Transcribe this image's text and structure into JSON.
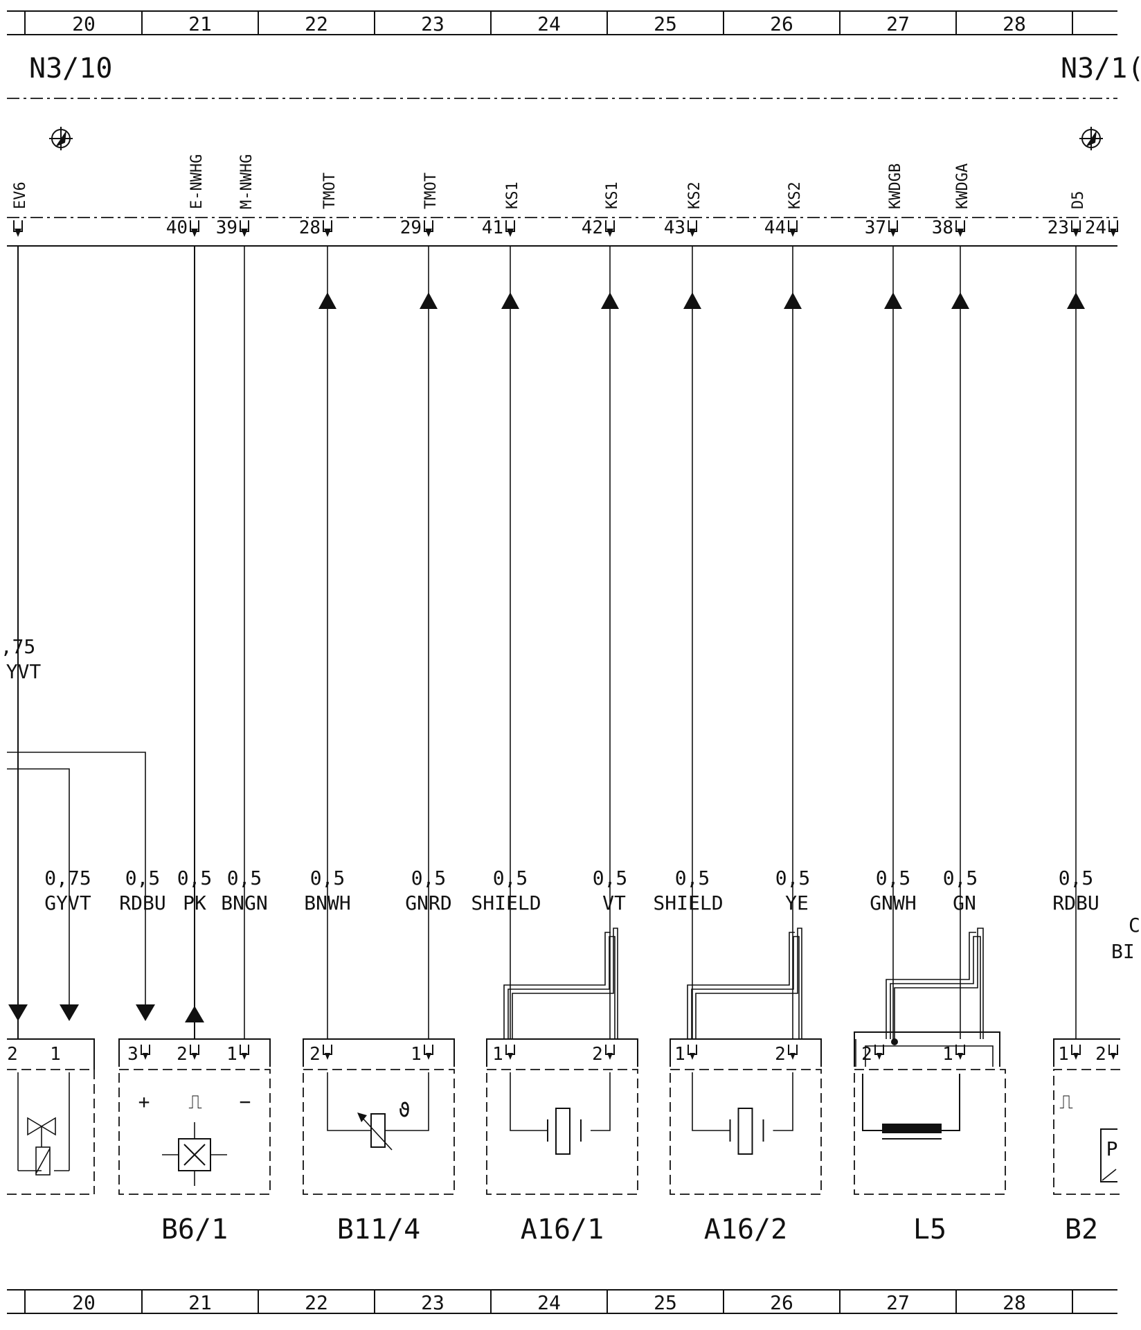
{
  "ruler": {
    "columns": [
      "20",
      "21",
      "22",
      "23",
      "24",
      "25",
      "26",
      "27",
      "28"
    ]
  },
  "controller": {
    "left_label": "N3/10",
    "right_label": "N3/1("
  },
  "pins": [
    {
      "signal": "EV6",
      "pin": "",
      "wire": ",75",
      "color": "YVT",
      "dir": "down"
    },
    {
      "signal": "E-NWHG",
      "pin": "40",
      "wire": "0,5",
      "color": "PK",
      "dir": "up"
    },
    {
      "signal": "M-NWHG",
      "pin": "39",
      "wire": "0,5",
      "color": "BNGN",
      "dir": "none"
    },
    {
      "signal": "TMOT",
      "pin": "28",
      "wire": "0,5",
      "color": "BNWH",
      "dir": "up"
    },
    {
      "signal": "TMOT",
      "pin": "29",
      "wire": "0,5",
      "color": "GNRD",
      "dir": "up"
    },
    {
      "signal": "KS1",
      "pin": "41",
      "wire": "0,5",
      "color": "SHIELD",
      "dir": "up"
    },
    {
      "signal": "KS1",
      "pin": "42",
      "wire": "0,5",
      "color": "VT",
      "dir": "up"
    },
    {
      "signal": "KS2",
      "pin": "43",
      "wire": "0,5",
      "color": "SHIELD",
      "dir": "up"
    },
    {
      "signal": "KS2",
      "pin": "44",
      "wire": "0,5",
      "color": "YE",
      "dir": "up"
    },
    {
      "signal": "KWDGB",
      "pin": "37",
      "wire": "0,5",
      "color": "GNWH",
      "dir": "up"
    },
    {
      "signal": "KWDGA",
      "pin": "38",
      "wire": "0,5",
      "color": "GN",
      "dir": "up"
    },
    {
      "signal": "D5",
      "pin": "23",
      "wire": "0,5",
      "color": "RDBU",
      "dir": "up"
    },
    {
      "signal": "",
      "pin": "24",
      "wire": "",
      "color": "",
      "dir": "none"
    }
  ],
  "branch_wires": [
    {
      "wire": "0,75",
      "color": "GYVT"
    },
    {
      "wire": "0,5",
      "color": "RDBU"
    }
  ],
  "edge_fragments": [
    "C",
    "BI"
  ],
  "components": [
    {
      "label": "B6/1",
      "pins": [
        "3",
        "2",
        "1"
      ],
      "symbols": [
        "+",
        "⎍",
        "−"
      ]
    },
    {
      "label": "B11/4",
      "pins": [
        "2",
        "1"
      ],
      "symbols": [
        "ϑ"
      ]
    },
    {
      "label": "A16/1",
      "pins": [
        "1",
        "2"
      ]
    },
    {
      "label": "A16/2",
      "pins": [
        "1",
        "2"
      ]
    },
    {
      "label": "L5",
      "pins": [
        "2",
        "1"
      ]
    },
    {
      "label": "B2",
      "pins": [
        "1",
        "2"
      ],
      "symbols": [
        "⎍",
        "P"
      ]
    }
  ],
  "left_component": {
    "pins": [
      "2",
      "1"
    ]
  }
}
